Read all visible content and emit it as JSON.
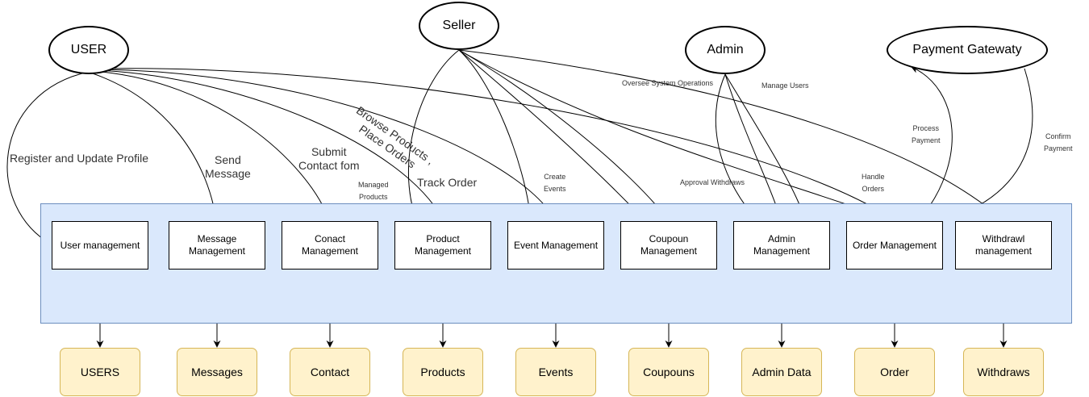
{
  "actors": {
    "user": "USER",
    "seller": "Seller",
    "admin": "Admin",
    "payment": "Payment Gatewaty"
  },
  "modules": [
    "User management",
    "Message Management",
    "Conact Management",
    "Product Management",
    "Event Management",
    "Coupoun Management",
    "Admin Management",
    "Order Management",
    "Withdrawl management"
  ],
  "stores": [
    "USERS",
    "Messages",
    "Contact",
    "Products",
    "Events",
    "Coupouns",
    "Admin Data",
    "Order",
    "Withdraws"
  ],
  "labels": {
    "register": "Register and Update Profile",
    "send_message_1": "Send",
    "send_message_2": "Message",
    "submit_contact_1": "Submit",
    "submit_contact_2": "Contact fom",
    "browse_1": "Browse Products ,",
    "browse_2": "Place Orders",
    "track_order": "Track Order",
    "managed_products_1": "Managed",
    "managed_products_2": "Products",
    "create_events_1": "Create",
    "create_events_2": "Events",
    "oversee": "Oversee System Operations",
    "manage_users": "Manage Users",
    "approval_withdraws": "Approval Withdraws",
    "handle_orders_1": "Handle",
    "handle_orders_2": "Orders",
    "process_payment_1": "Process",
    "process_payment_2": "Payment",
    "confirm_payment_1": "Confirm",
    "confirm_payment_2": "Payment"
  }
}
